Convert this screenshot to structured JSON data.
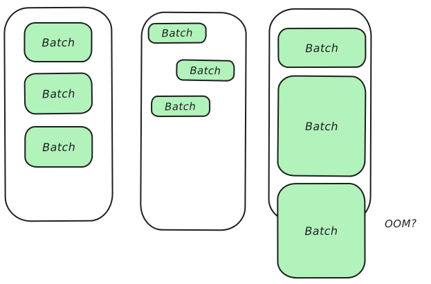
{
  "colors": {
    "background": "#ffffff",
    "container_fill": "#ffffff",
    "batch_fill": "#b2f2bb",
    "stroke": "#1e1e1e"
  },
  "containers": [
    {
      "batches": [
        {
          "label": "Batch"
        },
        {
          "label": "Batch"
        },
        {
          "label": "Batch"
        }
      ]
    },
    {
      "batches": [
        {
          "label": "Batch"
        },
        {
          "label": "Batch"
        },
        {
          "label": "Batch"
        }
      ]
    },
    {
      "batches": [
        {
          "label": "Batch"
        },
        {
          "label": "Batch"
        },
        {
          "label": "Batch"
        }
      ]
    }
  ],
  "annotation": {
    "label": "OOM?"
  }
}
